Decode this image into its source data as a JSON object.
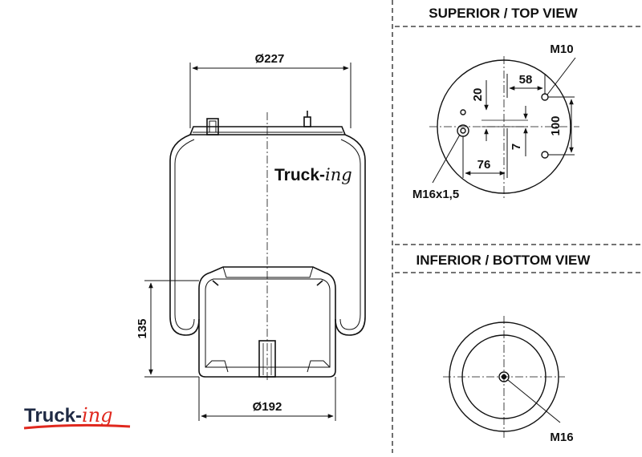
{
  "headings": {
    "top_view": "SUPERIOR / TOP VIEW",
    "bottom_view": "INFERIOR / BOTTOM VIEW"
  },
  "dimensions": {
    "top_diameter": "Ø227",
    "bottom_diameter": "Ø192",
    "height": "135",
    "dim_58": "58",
    "dim_20": "20",
    "dim_100": "100",
    "dim_7": "7",
    "dim_76": "76"
  },
  "threads": {
    "m10": "M10",
    "m16x15": "M16x1,5",
    "m16": "M16"
  },
  "brand": {
    "part1": "Truck-",
    "part2": "ing",
    "color_dark": "#1f2a44",
    "color_accent": "#e0281e"
  }
}
